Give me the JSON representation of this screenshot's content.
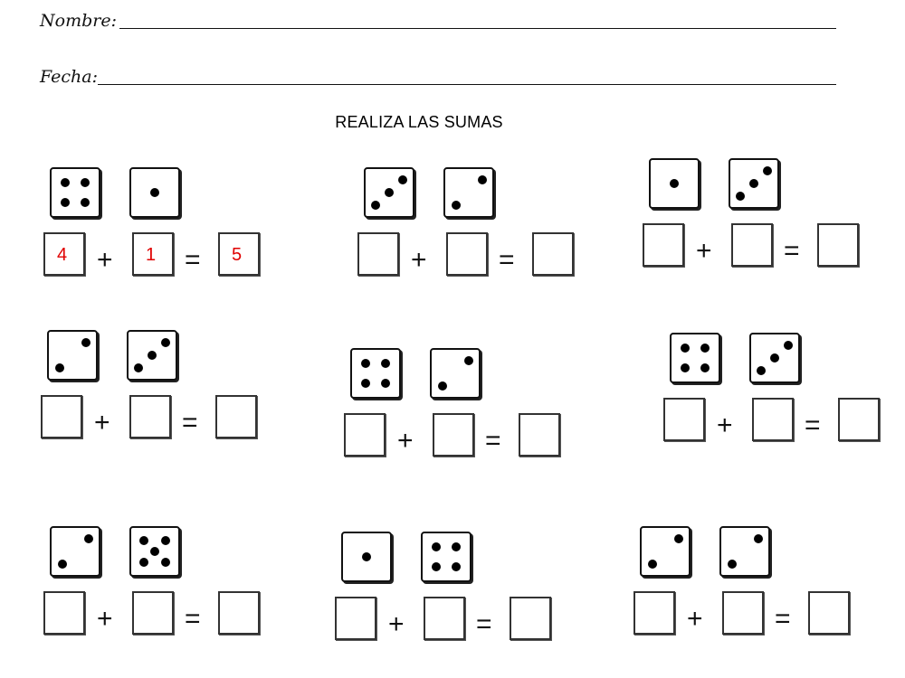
{
  "header": {
    "name_label": "Nombre:",
    "date_label": "Fecha:",
    "title": "REALIZA LAS SUMAS"
  },
  "operators": {
    "plus": "+",
    "equals": "="
  },
  "exercises": [
    {
      "dice": [
        4,
        1
      ],
      "answers": [
        "4",
        "1",
        "5"
      ]
    },
    {
      "dice": [
        3,
        2
      ],
      "answers": [
        "",
        "",
        ""
      ]
    },
    {
      "dice": [
        1,
        3
      ],
      "answers": [
        "",
        "",
        ""
      ]
    },
    {
      "dice": [
        2,
        3
      ],
      "answers": [
        "",
        "",
        ""
      ]
    },
    {
      "dice": [
        4,
        2
      ],
      "answers": [
        "",
        "",
        ""
      ]
    },
    {
      "dice": [
        4,
        3
      ],
      "answers": [
        "",
        "",
        ""
      ]
    },
    {
      "dice": [
        2,
        5
      ],
      "answers": [
        "",
        "",
        ""
      ]
    },
    {
      "dice": [
        1,
        4
      ],
      "answers": [
        "",
        "",
        ""
      ]
    },
    {
      "dice": [
        2,
        2
      ],
      "answers": [
        "",
        "",
        ""
      ]
    }
  ]
}
